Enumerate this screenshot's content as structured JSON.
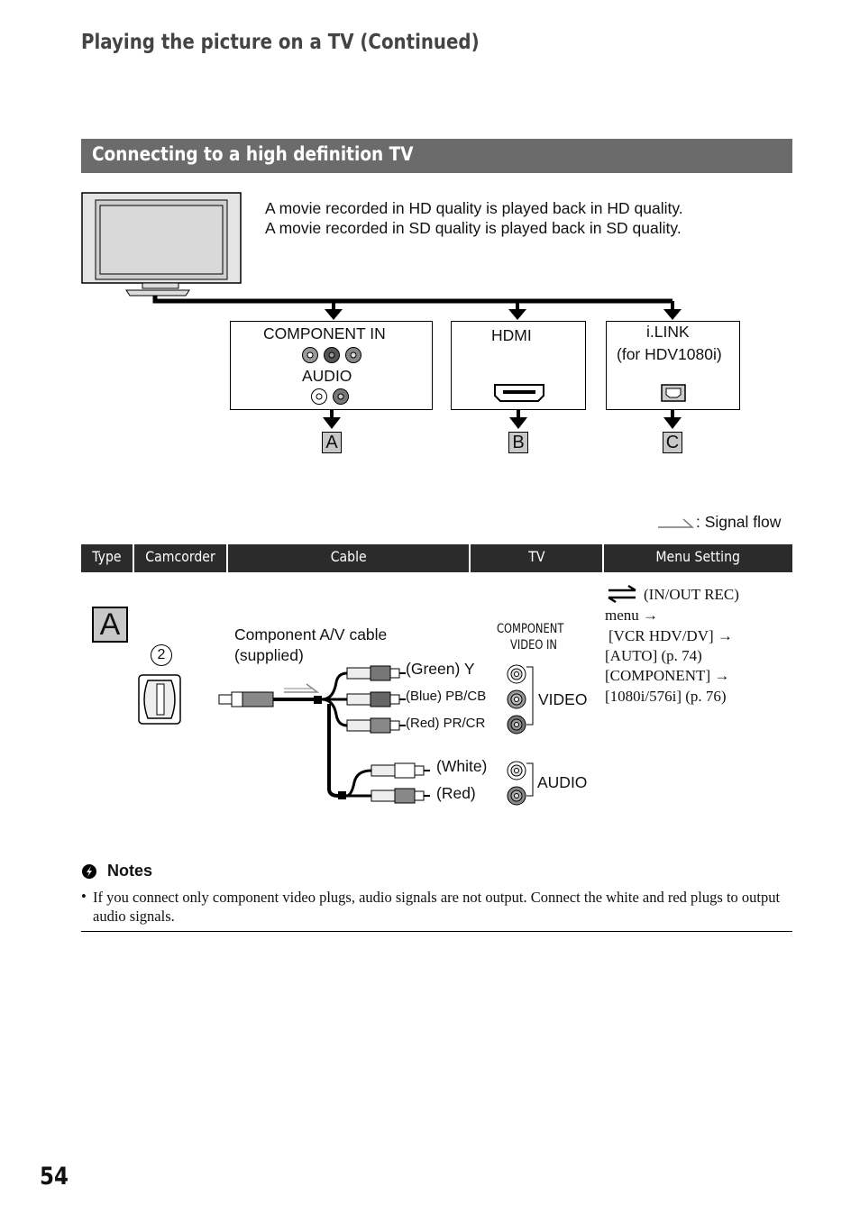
{
  "header": {
    "title": "Playing the picture on a TV (Continued)"
  },
  "section": {
    "title": "Connecting to a high definition TV"
  },
  "intro": {
    "line1": "A movie recorded in HD quality is played back in HD quality.",
    "line2": "A movie recorded in SD quality is played back in SD quality."
  },
  "ports": {
    "component_in": "COMPONENT IN",
    "audio": "AUDIO",
    "hdmi": "HDMI",
    "ilink": "i.LINK",
    "ilink_note": "(for HDV1080i)"
  },
  "type_letters": [
    "A",
    "B",
    "C"
  ],
  "signal_legend": ": Signal flow",
  "table": {
    "headers": [
      "Type",
      "Camcorder",
      "Cable",
      "TV",
      "Menu Setting"
    ]
  },
  "row_a": {
    "type": "A",
    "camcorder_jack": "2",
    "cable_label_1": "Component A/V cable",
    "cable_label_2": "(supplied)",
    "plug_green": "(Green) Y",
    "plug_blue": "(Blue) PB/CB",
    "plug_red": "(Red) PR/CR",
    "plug_white": "(White)",
    "plug_red_audio": "(Red)",
    "tv_heading_1": "COMPONENT",
    "tv_heading_2": "VIDEO IN",
    "tv_video": "VIDEO",
    "tv_audio": "AUDIO",
    "menu": {
      "line1": "(IN/OUT REC)",
      "line2": "menu →",
      "line3": "[VCR HDV/DV] →",
      "line4": "[AUTO] (p. 74)",
      "line5": "[COMPONENT] →",
      "line6": "[1080i/576i] (p. 76)"
    },
    "menu_icon": "in-out-rec-icon"
  },
  "notes": {
    "title": "Notes",
    "items": [
      "If you connect only component video plugs, audio signals are not output. Connect the white and red plugs to output audio signals."
    ]
  },
  "page_number": "54"
}
